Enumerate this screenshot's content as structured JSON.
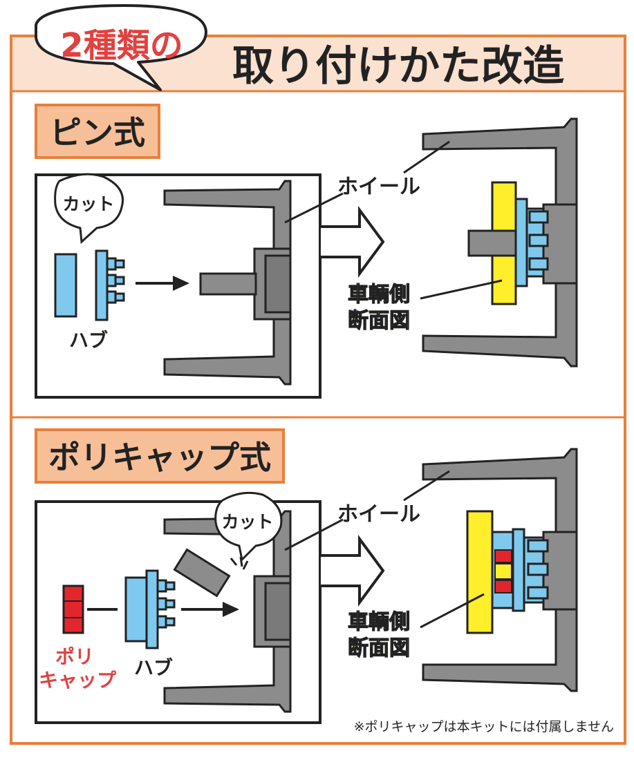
{
  "colors": {
    "frame": "#e97f3a",
    "header_fill": "#fbe1cf",
    "box_fill": "#f7bf98",
    "hub_blue": "#7fc9ee",
    "wheel_gray": "#8c8c8c",
    "wheel_dark": "#6f6f6f",
    "yellow": "#ffee2a",
    "red": "#e3262d",
    "callout_red": "#e2413f",
    "label_yellow_text": "#2a2a2a"
  },
  "header": {
    "badge": "2種類の",
    "title": "取り付けかた改造"
  },
  "section_pin": {
    "title": "ピン式",
    "cut_bubble": "カット",
    "hub_label": "ハブ",
    "wheel_label": "ホイール",
    "cross_section_label_line1": "車輌側",
    "cross_section_label_line2": "断面図"
  },
  "section_polycap": {
    "title": "ポリキャップ式",
    "cut_bubble": "カット",
    "hub_label": "ハブ",
    "polycap_label_line1": "ポリ",
    "polycap_label_line2": "キャップ",
    "wheel_label": "ホイール",
    "cross_section_label_line1": "車輌側",
    "cross_section_label_line2": "断面図"
  },
  "footnote": "※ポリキャップは本キットには付属しません",
  "icons": [
    "speech-bubble-icon",
    "arrow-right-icon",
    "outline-arrow-icon"
  ]
}
